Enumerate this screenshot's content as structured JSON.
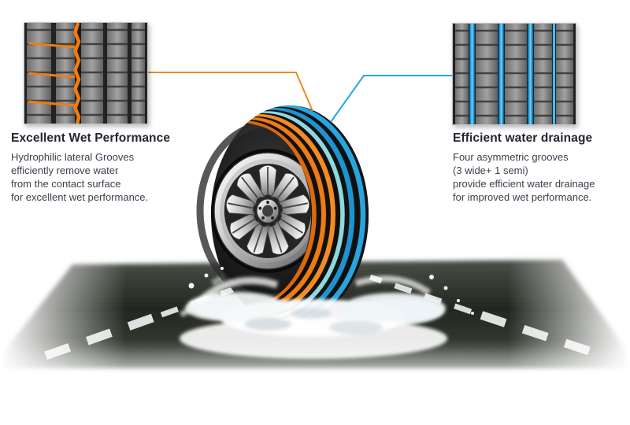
{
  "left_callout": {
    "title": "Excellent Wet Performance",
    "lines": [
      "Hydrophilic lateral Grooves",
      "efficiently remove water",
      "from the contact surface",
      "for excellent wet performance."
    ],
    "accent_color": "#ee7c16"
  },
  "right_callout": {
    "title": "Efficient water drainage",
    "lines": [
      "Four asymmetric grooves",
      "(3 wide+ 1 semi)",
      "provide efficient water drainage",
      "for improved wet performance."
    ],
    "accent_color": "#2aa4df"
  },
  "scene": {
    "orange_groove_color": "#ee7c16",
    "blue_groove_color": "#2aa4df"
  }
}
